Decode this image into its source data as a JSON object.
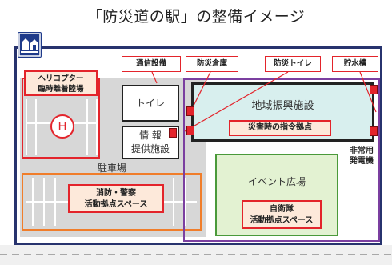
{
  "title": "「防災道の駅」の整備イメージ",
  "labels": {
    "helicopter": "ヘリコプター\n臨時離着陸場",
    "helipad": "H",
    "toilet": "トイレ",
    "info_line1": "情 報",
    "info_line2": "提供施設",
    "parking": "駐車場",
    "fire_police": "消防・警察\n活動拠点スペース",
    "regional_facility": "地域振興施設",
    "command_base": "災害時の指令拠点",
    "emergency_generator": "非常用\n発電機",
    "event_plaza": "イベント広場",
    "sdf": "自衛隊\n活動拠点スペース"
  },
  "callouts": {
    "communication": "通信設備",
    "warehouse": "防災倉庫",
    "disaster_toilet": "防災トイレ",
    "water_tank": "貯水槽"
  },
  "colors": {
    "frame": "#27336e",
    "accent_red": "#e3242b",
    "label_fill": "#fde9da",
    "facility_fill": "#d8efee",
    "plaza_fill": "#e3f2d2",
    "plaza_border": "#4a9a3a",
    "zone_purple": "#7b3fa0",
    "zone_orange": "#f07d2a",
    "parking_gray": "#d7d7d7"
  },
  "icons": {
    "logo": "michi-no-eki-logo-icon"
  }
}
